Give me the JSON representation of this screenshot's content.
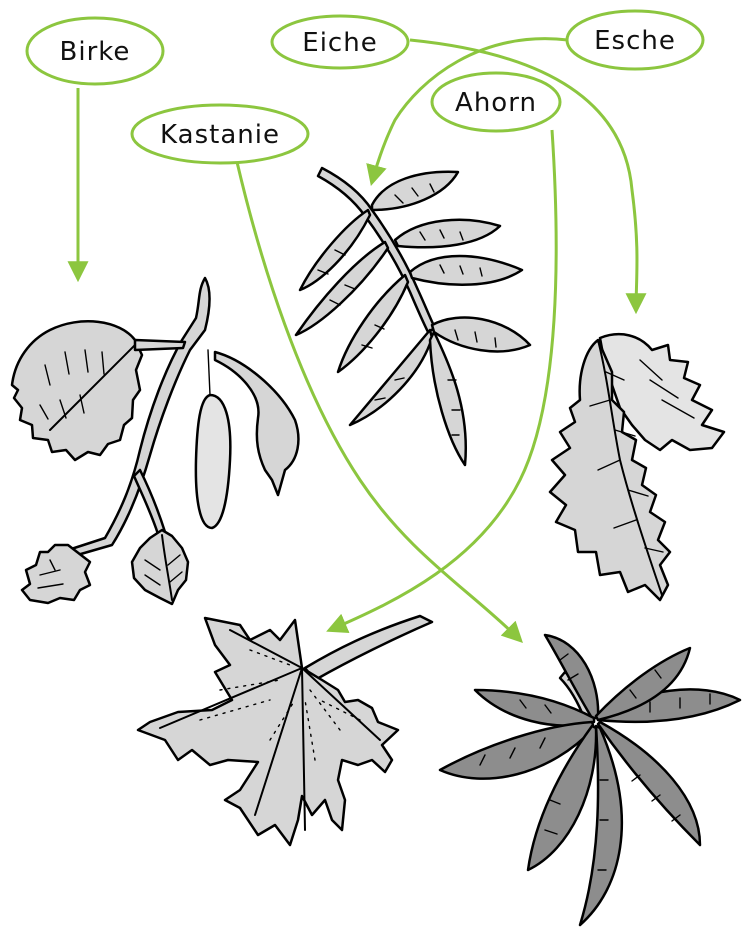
{
  "labels": {
    "birke": "Birke",
    "eiche": "Eiche",
    "esche": "Esche",
    "ahorn": "Ahorn",
    "kastanie": "Kastanie"
  },
  "colors": {
    "accent": "#8cc63f",
    "leaf_fill": "#d6d6d6",
    "leaf_dark": "#8d8d8d",
    "outline": "#000000"
  }
}
